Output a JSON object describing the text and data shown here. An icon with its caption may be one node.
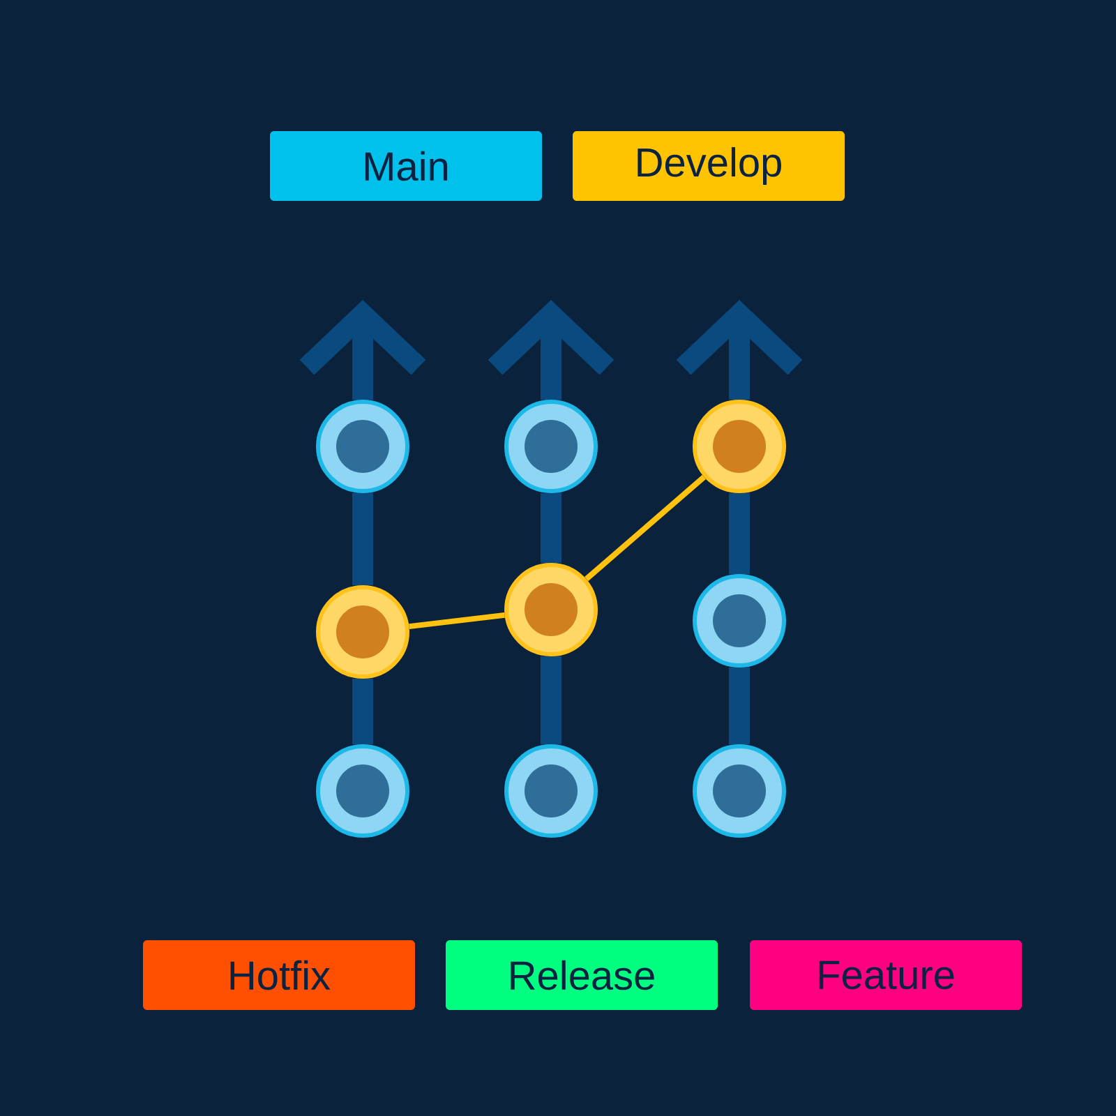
{
  "diagram": {
    "nodes": [
      {
        "text": [
          "Main"
        ]
      },
      {
        "text": [
          "Develop"
        ]
      },
      {
        "text": [
          "Hotfix"
        ]
      },
      {
        "text": [
          "Release"
        ]
      },
      {
        "text": [
          "Feature"
        ]
      },
      {
        "text": [],
        "shape": "circle"
      },
      {
        "text": [],
        "shape": "circle"
      },
      {
        "text": [],
        "shape": "circle"
      },
      {
        "text": [],
        "shape": "circle"
      },
      {
        "text": [],
        "shape": "circle"
      },
      {
        "text": [],
        "shape": "circle"
      },
      {
        "text": [],
        "shape": "circle"
      },
      {
        "text": [],
        "shape": "circle"
      },
      {
        "text": [],
        "shape": "circle"
      }
    ],
    "edges": [
      {
        "from": 11,
        "to": 8,
        "arrow": "none"
      },
      {
        "from": 8,
        "to": 5,
        "arrow": "none"
      },
      {
        "from": 5,
        "to": null,
        "arrow": "to"
      },
      {
        "from": 12,
        "to": 9,
        "arrow": "none"
      },
      {
        "from": 9,
        "to": 6,
        "arrow": "none"
      },
      {
        "from": 6,
        "to": null,
        "arrow": "to"
      },
      {
        "from": 13,
        "to": 10,
        "arrow": "none"
      },
      {
        "from": 10,
        "to": 7,
        "arrow": "none"
      },
      {
        "from": 7,
        "to": null,
        "arrow": "to"
      },
      {
        "from": 8,
        "to": 9,
        "arrow": "none",
        "color": "#ffc20e"
      },
      {
        "from": 9,
        "to": 7,
        "arrow": "none",
        "color": "#ffc20e"
      }
    ]
  }
}
